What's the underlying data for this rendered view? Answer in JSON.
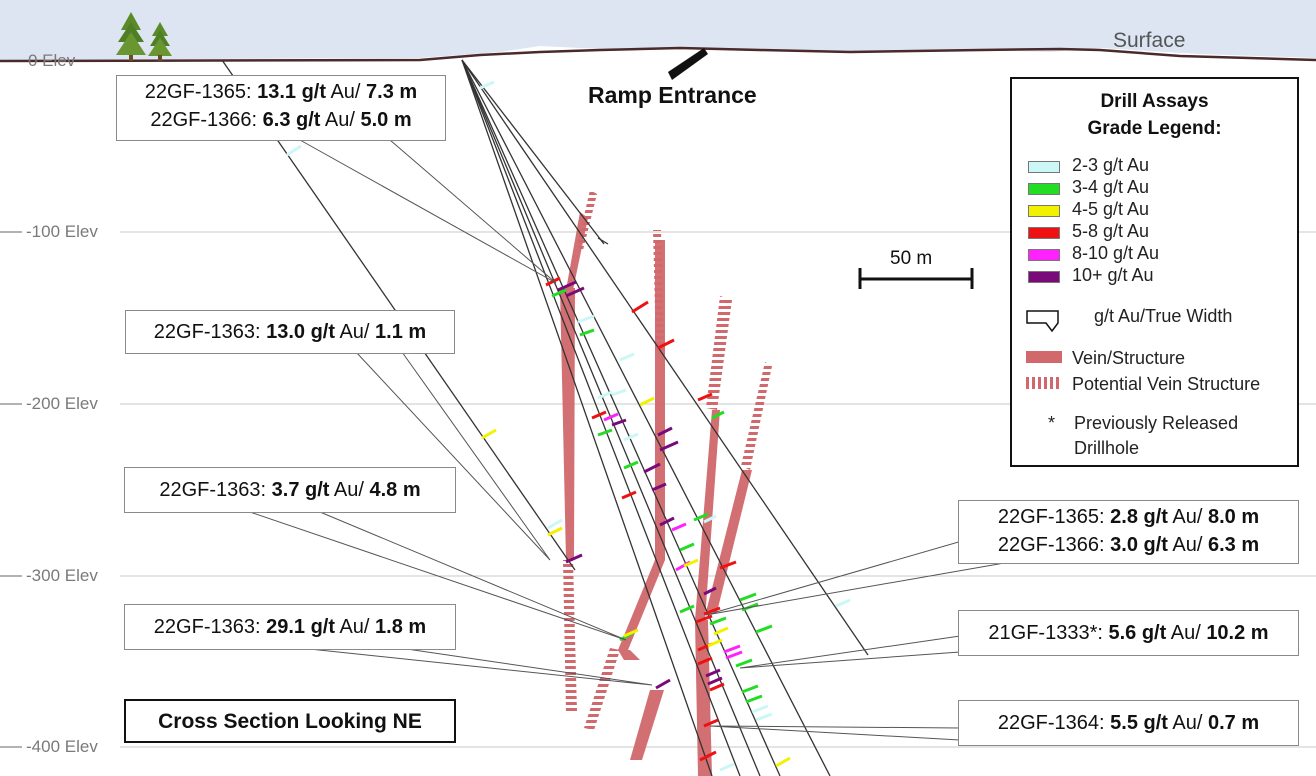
{
  "elevations": [
    "0 Elev",
    "-100 Elev",
    "-200 Elev",
    "-300 Elev",
    "-400 Elev"
  ],
  "surface_label": "Surface",
  "ramp_label": "Ramp Entrance",
  "scale_label": "50 m",
  "section_title": "Cross Section Looking NE",
  "callouts": [
    {
      "lines": [
        {
          "hole": "22GF-1365: ",
          "grade": "13.1 g/t",
          "unit": " Au/ ",
          "width": "7.3 m"
        },
        {
          "hole": "22GF-1366: ",
          "grade": "6.3 g/t",
          "unit": " Au/ ",
          "width": "5.0 m"
        }
      ]
    },
    {
      "lines": [
        {
          "hole": "22GF-1363: ",
          "grade": "13.0 g/t",
          "unit": " Au/ ",
          "width": "1.1 m"
        }
      ]
    },
    {
      "lines": [
        {
          "hole": "22GF-1363: ",
          "grade": "3.7 g/t",
          "unit": " Au/ ",
          "width": "4.8 m"
        }
      ]
    },
    {
      "lines": [
        {
          "hole": "22GF-1363: ",
          "grade": "29.1 g/t",
          "unit": " Au/ ",
          "width": "1.8 m"
        }
      ]
    },
    {
      "lines": [
        {
          "hole": "22GF-1365: ",
          "grade": "2.8 g/t",
          "unit": " Au/ ",
          "width": "8.0 m"
        },
        {
          "hole": "22GF-1366: ",
          "grade": "3.0 g/t",
          "unit": " Au/ ",
          "width": "6.3 m"
        }
      ]
    },
    {
      "lines": [
        {
          "hole": "21GF-1333*: ",
          "grade": "5.6 g/t",
          "unit": " Au/ ",
          "width": "10.2 m"
        }
      ]
    },
    {
      "lines": [
        {
          "hole": "22GF-1364: ",
          "grade": "5.5 g/t",
          "unit": " Au/ ",
          "width": "0.7 m"
        }
      ]
    }
  ],
  "legend": {
    "title_line1": "Drill Assays",
    "title_line2": "Grade Legend:",
    "grades": [
      {
        "label": "2-3 g/t Au",
        "color": "#ccf7f7"
      },
      {
        "label": "3-4 g/t Au",
        "color": "#22dd22"
      },
      {
        "label": "4-5 g/t Au",
        "color": "#f2f200"
      },
      {
        "label": "5-8 g/t Au",
        "color": "#ee1111"
      },
      {
        "label": "8-10 g/t Au",
        "color": "#ff22ff"
      },
      {
        "label": "10+ g/t Au",
        "color": "#7a0a7a"
      }
    ],
    "callout_label": "g/t Au/True Width",
    "vein_label": "Vein/Structure",
    "vein_color": "#d0686c",
    "potential_label": "Potential Vein Structure",
    "star_symbol": "*",
    "star_label_line1": "Previously Released",
    "star_label_line2": "Drillhole"
  },
  "colors": {
    "sky": "#dde5f3",
    "surface_line": "#4a2a2a",
    "drillhole": "#333333",
    "elev_line": "#c8c8c8"
  }
}
